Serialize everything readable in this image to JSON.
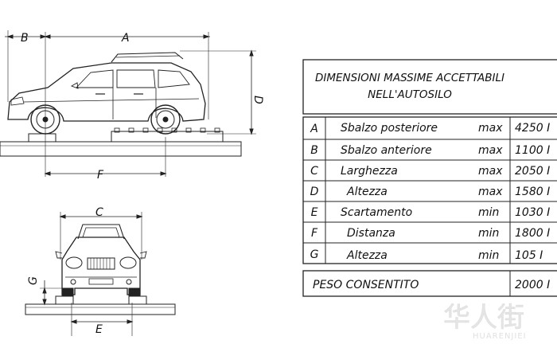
{
  "diagram": {
    "dimension_letters": {
      "a": "A",
      "b": "B",
      "c": "C",
      "d": "D",
      "e": "E",
      "f": "F",
      "g": "G"
    }
  },
  "table": {
    "title_line1": "DIMENSIONI MASSIME ACCETTABILI",
    "title_line2": "NELL'AUTOSILO",
    "rows": [
      {
        "code": "A",
        "label": "Sbalzo posteriore",
        "limit": "max",
        "value": "4250 I"
      },
      {
        "code": "B",
        "label": "Sbalzo anteriore",
        "limit": "max",
        "value": "1100 I"
      },
      {
        "code": "C",
        "label": "Larghezza",
        "limit": "max",
        "value": "2050 I"
      },
      {
        "code": "D",
        "label": "Altezza",
        "limit": "max",
        "value": "1580 I"
      },
      {
        "code": "E",
        "label": "Scartamento",
        "limit": "min",
        "value": "1030 I"
      },
      {
        "code": "F",
        "label": "Distanza",
        "limit": "min",
        "value": "1800 I"
      },
      {
        "code": "G",
        "label": "Altezza",
        "limit": "min",
        "value": "105 I"
      }
    ],
    "weight_label": "PESO CONSENTITO",
    "weight_value": "2000 I"
  },
  "watermark": {
    "main": "华人街",
    "sub": "HUARENJIEI"
  }
}
